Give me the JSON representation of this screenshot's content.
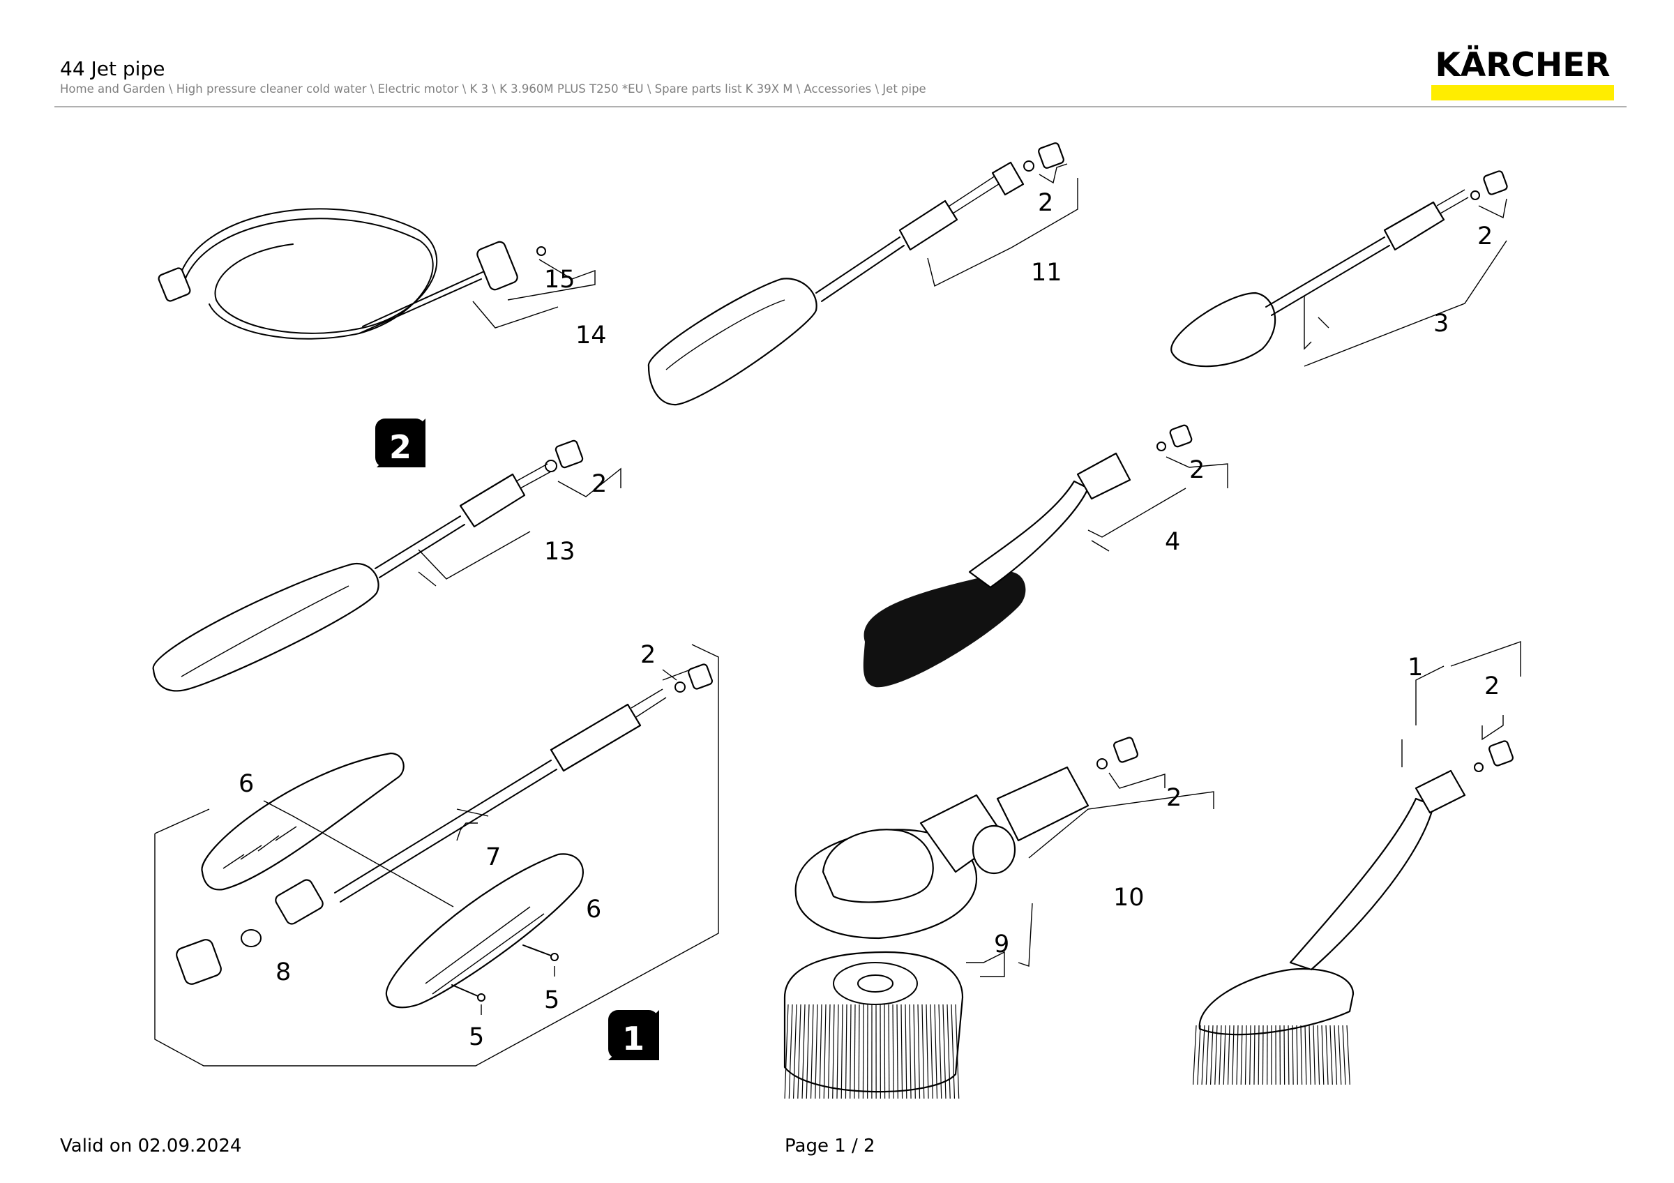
{
  "header": {
    "title": "44 Jet pipe",
    "breadcrumb": "Home and Garden \\ High pressure cleaner cold water \\ Electric motor \\ K 3 \\ K 3.960M PLUS T250 *EU \\ Spare parts list K 39X M \\ Accessories \\ Jet pipe"
  },
  "logo": {
    "text": "KÄRCHER",
    "bar_color": "#ffed00"
  },
  "labels": {
    "p15": "15",
    "p14": "14",
    "p11": "11",
    "p3": "3",
    "p2a": "2",
    "p2b": "2",
    "p2c": "2",
    "p2d": "2",
    "p2e": "2",
    "p2f": "2",
    "p2g": "2",
    "p13": "13",
    "p4": "4",
    "p6a": "6",
    "p6b": "6",
    "p7": "7",
    "p8": "8",
    "p5a": "5",
    "p5b": "5",
    "p1": "1",
    "p10": "10",
    "p9": "9"
  },
  "badges": {
    "set2": "2",
    "set1": "1"
  },
  "footer": {
    "valid": "Valid on 02.09.2024",
    "page": "Page 1 / 2"
  }
}
